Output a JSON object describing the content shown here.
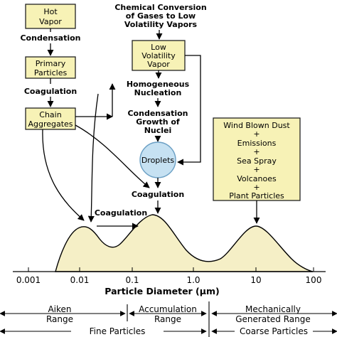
{
  "boxes": {
    "hot_vapor": [
      "Hot",
      "Vapor"
    ],
    "primary_particles": [
      "Primary",
      "Particles"
    ],
    "chain_aggregates": [
      "Chain",
      "Aggregates"
    ],
    "low_volatility_vapor": [
      "Low",
      "Volatility",
      "Vapor"
    ],
    "wind_blown": [
      "Wind Blown Dust",
      "+",
      "Emissions",
      "+",
      "Sea Spray",
      "+",
      "Volcanoes",
      "+",
      "Plant Particles"
    ]
  },
  "labels": {
    "condensation": "Condensation",
    "coagulation_left": "Coagulation",
    "chemical_conversion": [
      "Chemical Conversion",
      "of Gases to Low",
      "Volatility Vapors"
    ],
    "homogeneous_nucleation": [
      "Homogeneous",
      "Nucleation"
    ],
    "condensation_growth": [
      "Condensation",
      "Growth of",
      "Nuclei"
    ],
    "droplets": "Droplets",
    "coagulation_center": "Coagulation",
    "coagulation_peak": "Coagulation"
  },
  "axis": {
    "ticks": [
      "0.001",
      "0.01",
      "0.1",
      "1.0",
      "10",
      "100"
    ],
    "label": "Particle Diameter (µm)"
  },
  "ranges": {
    "aiken": [
      "Aiken",
      "Range"
    ],
    "accumulation": [
      "Accumulation",
      "Range"
    ],
    "mechanical": [
      "Mechanically",
      "Generated Range"
    ],
    "fine": "Fine Particles",
    "coarse": "Coarse Particles"
  },
  "colors": {
    "box_fill": "#f7f2b6",
    "curve_fill": "#f5efc6",
    "droplet_fill": "#c6e1f2",
    "droplet_stroke": "#6a9fc4"
  }
}
